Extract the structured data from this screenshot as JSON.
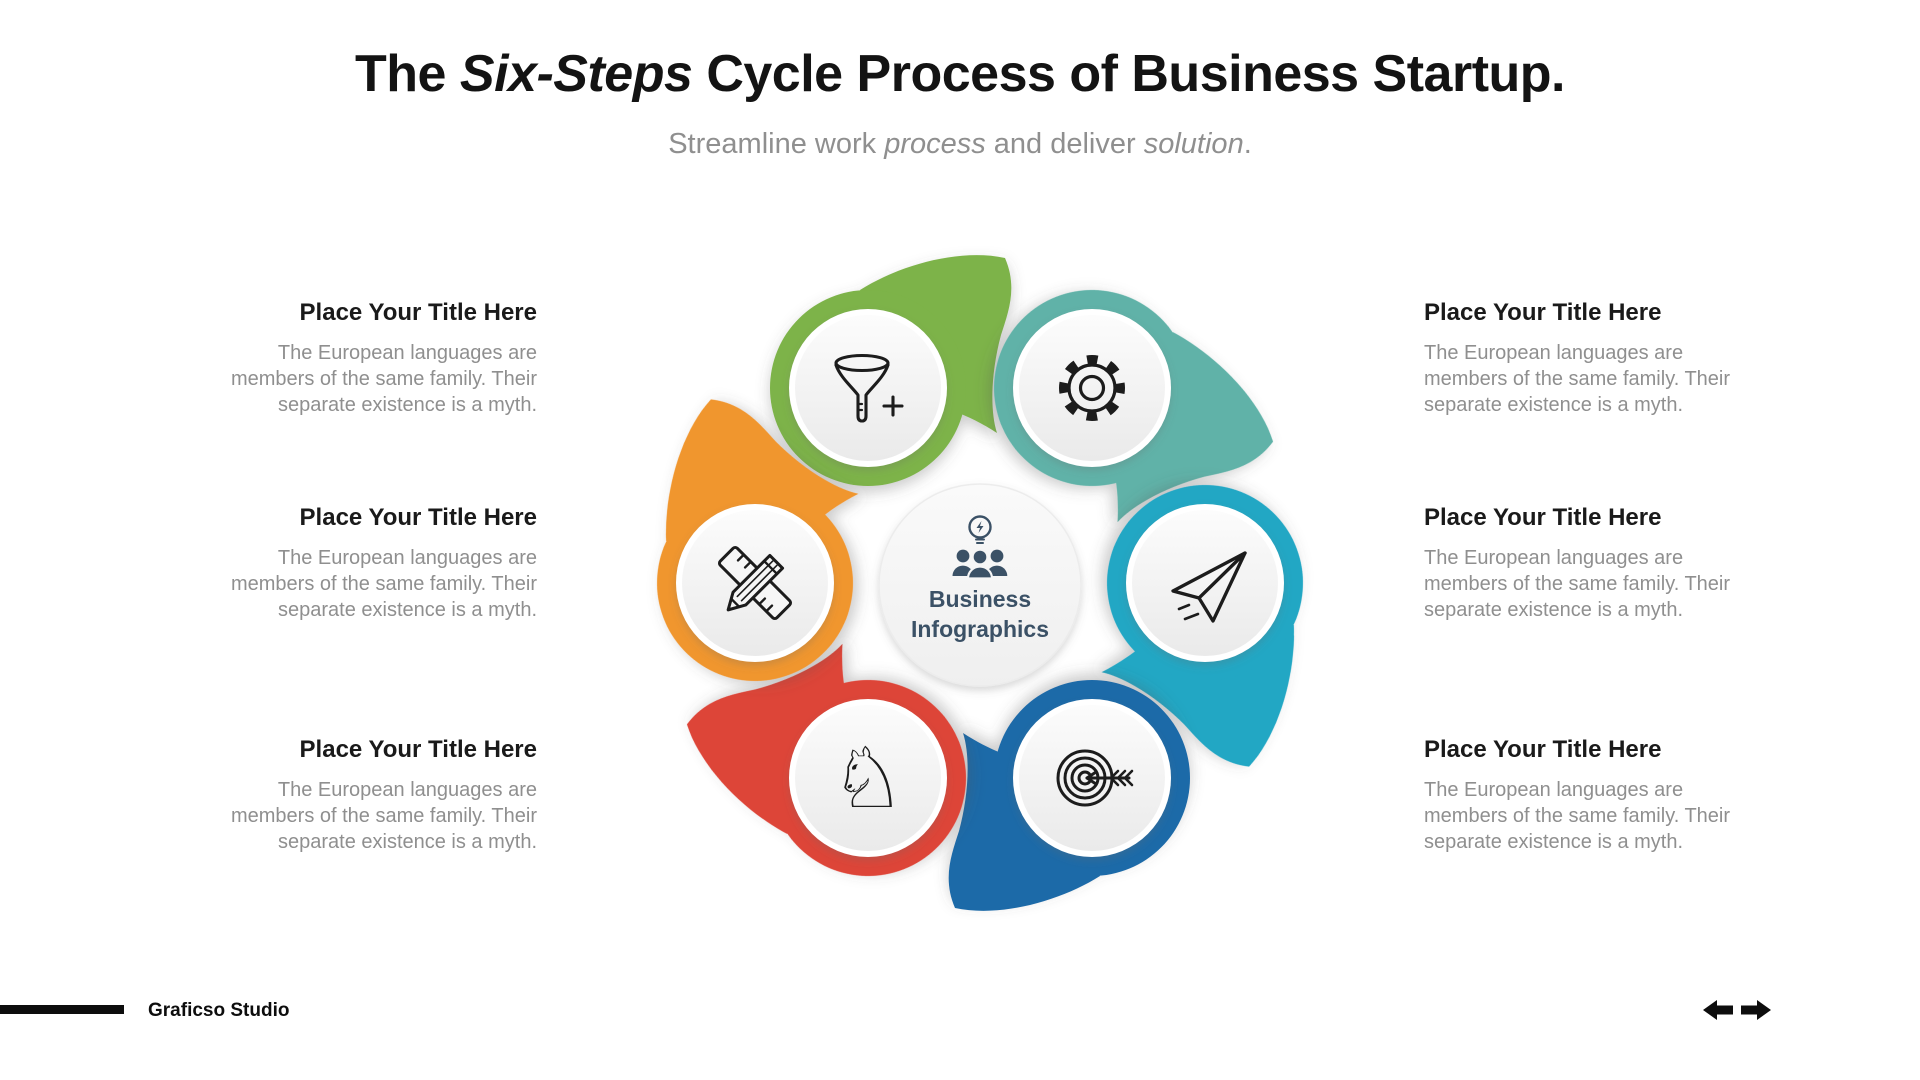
{
  "slide": {
    "title": {
      "pre": "The ",
      "em": "Six-Steps",
      "post": " Cycle Process of Business Startup."
    },
    "subtitle": {
      "s1": "Streamline work ",
      "i1": "process",
      "s2": " and deliver ",
      "i2": "solution",
      "s3": "."
    }
  },
  "blocks": {
    "left": [
      {
        "title": "Place Your Title Here",
        "body": "The European languages are members of the same family. Their separate existence is a myth."
      },
      {
        "title": "Place Your Title Here",
        "body": "The European languages are members of the same family. Their separate existence is a myth."
      },
      {
        "title": "Place Your Title Here",
        "body": "The European languages are members of the same family. Their separate existence is a myth."
      }
    ],
    "right": [
      {
        "title": "Place Your Title Here",
        "body": "The European languages are members of the same family. Their separate existence is a myth."
      },
      {
        "title": "Place Your Title Here",
        "body": "The European languages are members of the same family. Their separate existence is a myth."
      },
      {
        "title": "Place Your Title Here",
        "body": "The European languages are members of the same family. Their separate existence is a myth."
      }
    ]
  },
  "diagram": {
    "center": {
      "line1": "Business",
      "line2": "Infographics",
      "icon": "team-idea-icon",
      "text_color": "#3b5166"
    },
    "steps": [
      {
        "icon": "funnel-plus-icon",
        "color": "#7db348"
      },
      {
        "icon": "gear-icon",
        "color": "#60b2a8"
      },
      {
        "icon": "paper-plane-icon",
        "color": "#22a7c4"
      },
      {
        "icon": "target-arrow-icon",
        "color": "#1f6ba8"
      },
      {
        "icon": "chess-knight-icon",
        "color": "#dd4538"
      },
      {
        "icon": "pencil-ruler-icon",
        "color": "#f0962e"
      }
    ],
    "knight_glyph": "♘",
    "icon_stroke": "#1c1c1c"
  },
  "footer": {
    "brand": "Graficso Studio"
  },
  "nav": {
    "prev": "previous-slide",
    "next": "next-slide",
    "arrow_color": "#0d0d0d"
  }
}
